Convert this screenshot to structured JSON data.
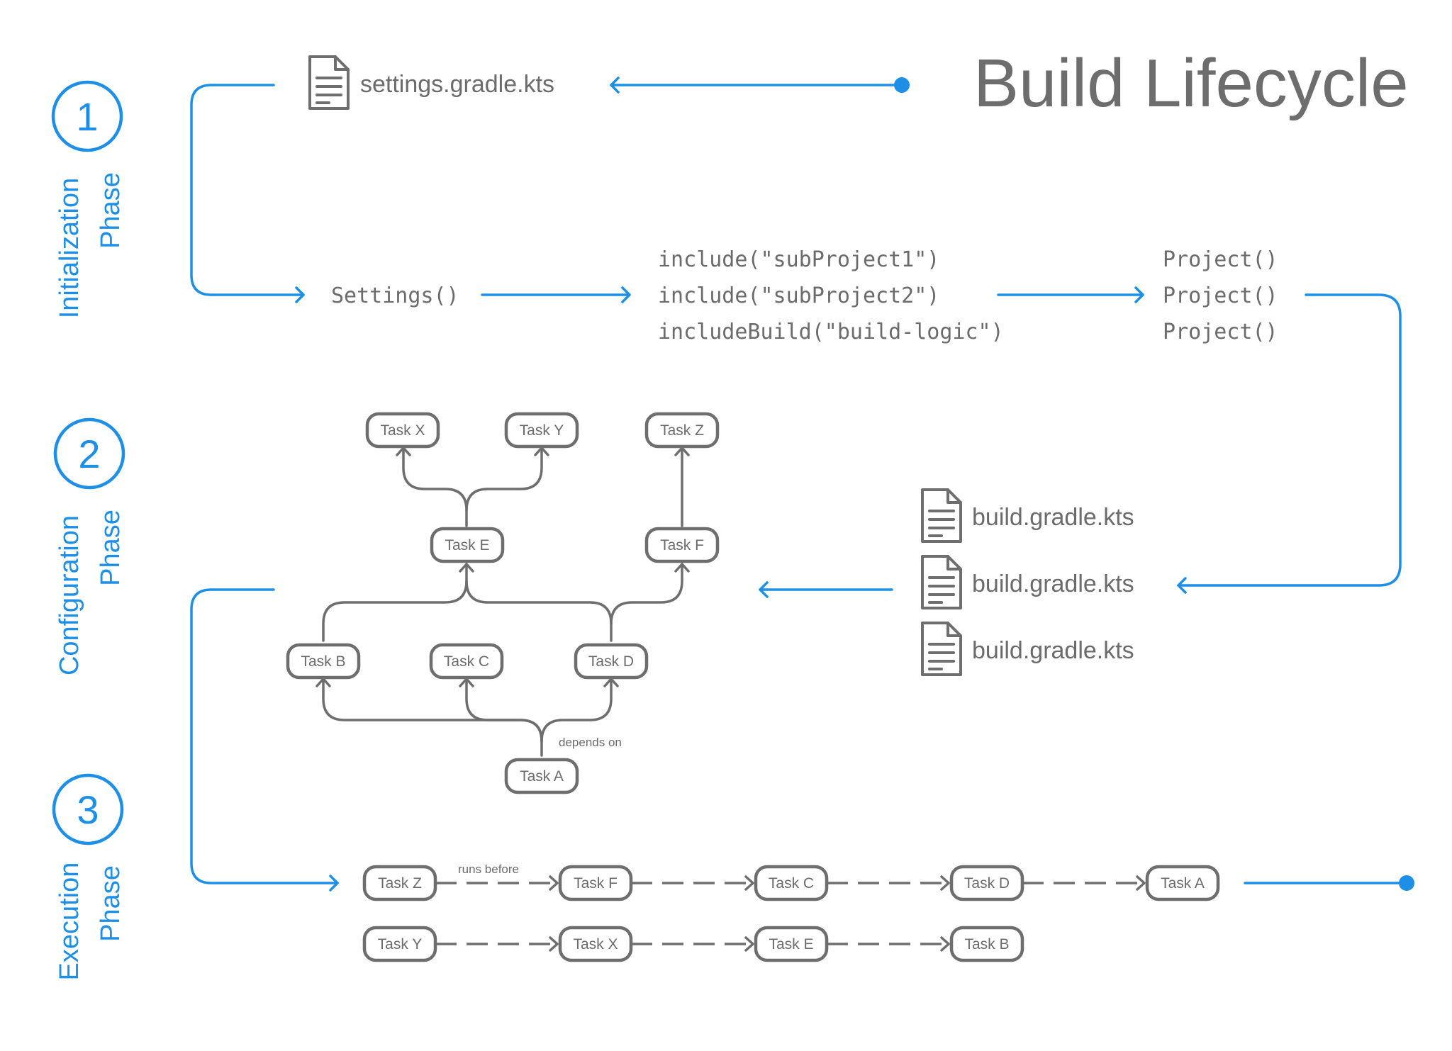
{
  "title": "Build Lifecycle",
  "phases": [
    {
      "number": "1",
      "name": "Initialization",
      "suffix": "Phase"
    },
    {
      "number": "2",
      "name": "Configuration",
      "suffix": "Phase"
    },
    {
      "number": "3",
      "name": "Execution",
      "suffix": "Phase"
    }
  ],
  "init": {
    "settings_file": "settings.gradle.kts",
    "settings_call": "Settings()",
    "includes": [
      "include(\"subProject1\")",
      "include(\"subProject2\")",
      "includeBuild(\"build-logic\")"
    ],
    "projects": [
      "Project()",
      "Project()",
      "Project()"
    ]
  },
  "config": {
    "build_files": [
      "build.gradle.kts",
      "build.gradle.kts",
      "build.gradle.kts"
    ],
    "depends_label": "depends on",
    "tasks": {
      "x": "Task X",
      "y": "Task Y",
      "z": "Task Z",
      "e": "Task E",
      "f": "Task F",
      "b": "Task B",
      "c": "Task C",
      "d": "Task D",
      "a": "Task A"
    }
  },
  "exec": {
    "runs_label": "runs before",
    "row1": [
      "Task Z",
      "Task F",
      "Task C",
      "Task D",
      "Task A"
    ],
    "row2": [
      "Task Y",
      "Task X",
      "Task E",
      "Task B"
    ]
  },
  "colors": {
    "accent": "#1e8fe6",
    "gray": "#6e6e6e"
  }
}
